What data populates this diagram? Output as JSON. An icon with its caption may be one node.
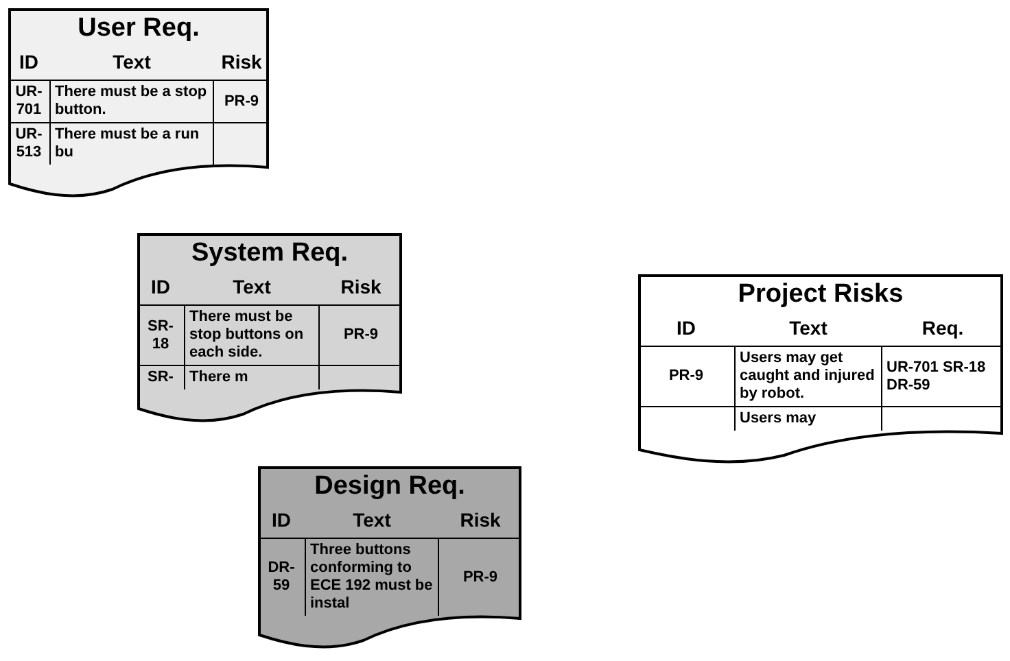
{
  "diagram": {
    "nodes": [
      {
        "text": [
          "User Req.",
          "ID",
          "Text",
          "Risk",
          "UR-701",
          "There must be a stop button.",
          "PR-9",
          "UR-513",
          "There must be a run bu"
        ]
      },
      {
        "text": [
          "System Req.",
          "ID",
          "Text",
          "Risk",
          "SR-18",
          "There must be stop buttons on each side.",
          "PR-9",
          "SR-",
          "There m"
        ]
      },
      {
        "text": [
          "Design Req.",
          "ID",
          "Text",
          "Risk",
          "DR-59",
          "Three buttons conforming to ECE 192 must be instal",
          "PR-9"
        ]
      },
      {
        "text": [
          "Project Risks",
          "ID",
          "Text",
          "Req.",
          "PR-9",
          "Users may get caught and injured by robot.",
          "UR-701 SR-18 DR-59",
          "Users may"
        ]
      }
    ]
  }
}
